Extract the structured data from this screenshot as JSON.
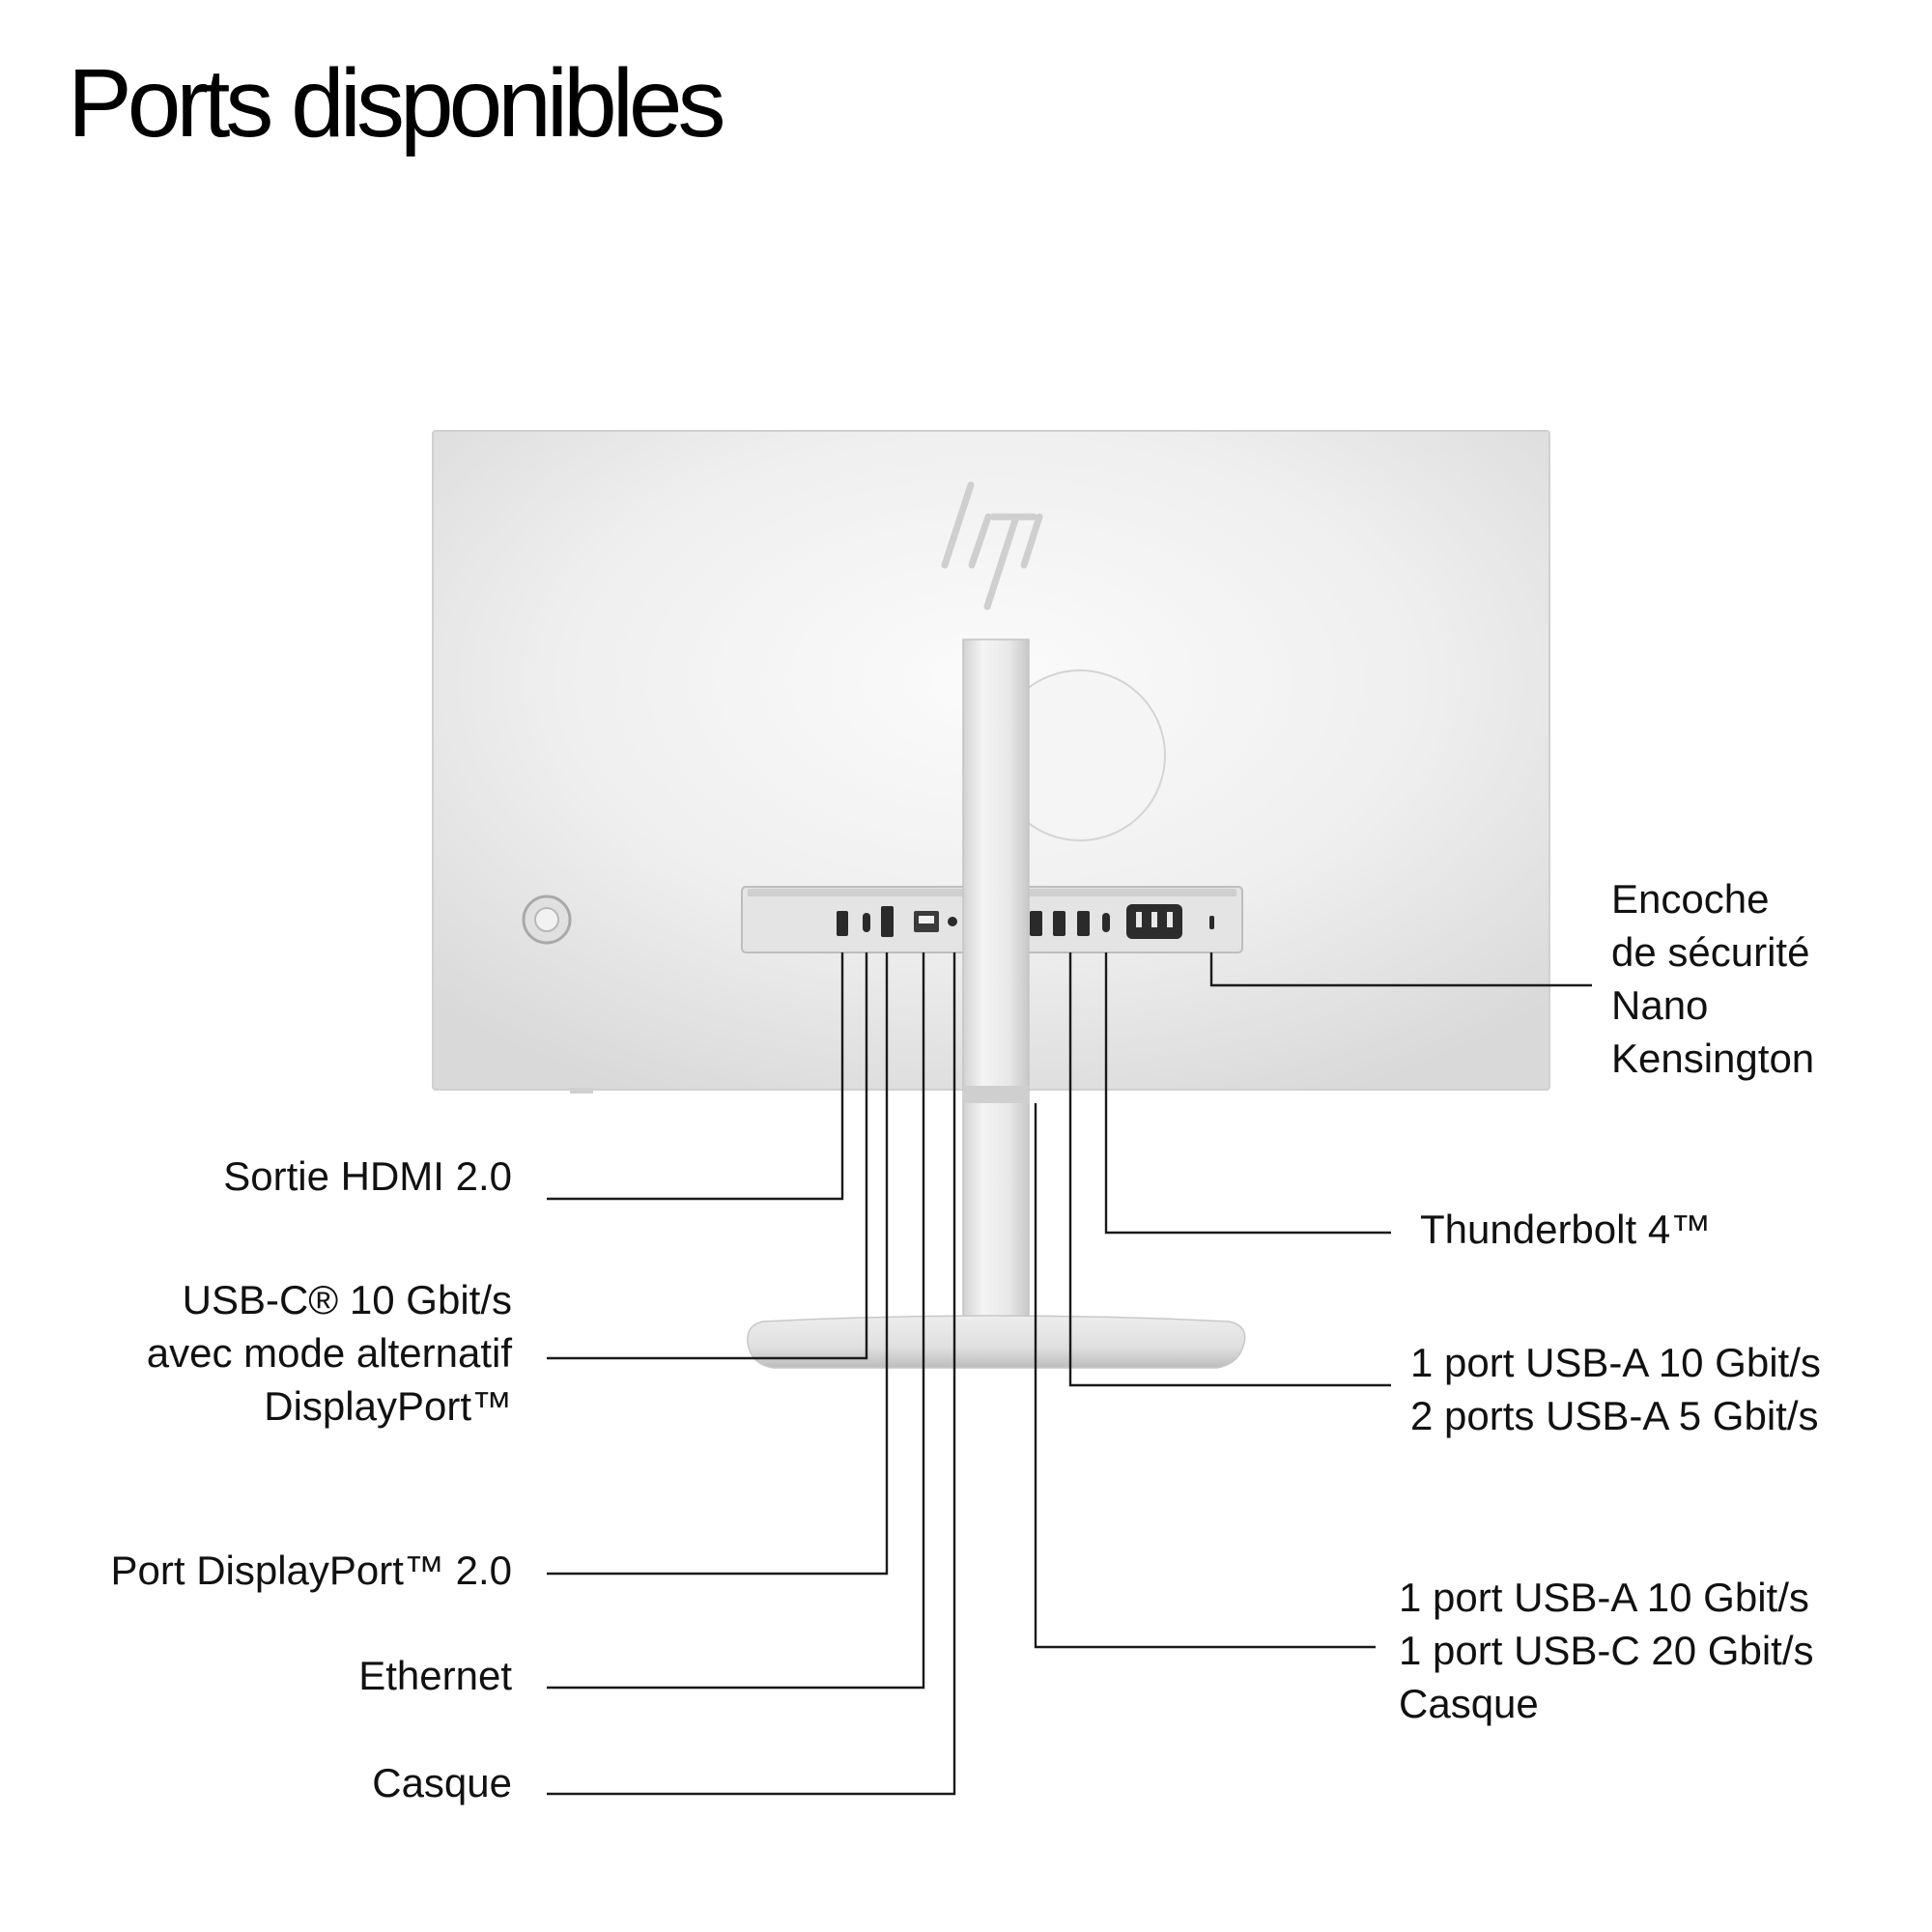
{
  "page": {
    "title": "Ports disponibles"
  },
  "callouts": {
    "hdmi": {
      "lines": [
        "Sortie HDMI 2.0"
      ]
    },
    "usbc_dp": {
      "lines": [
        "USB-C® 10 Gbit/s",
        "avec mode alternatif",
        "DisplayPort™"
      ]
    },
    "displayport": {
      "lines": [
        "Port DisplayPort™ 2.0"
      ]
    },
    "ethernet": {
      "lines": [
        "Ethernet"
      ]
    },
    "headphone": {
      "lines": [
        "Casque"
      ]
    },
    "kensington": {
      "lines": [
        "Encoche",
        "de sécurité",
        "Nano",
        "Kensington"
      ]
    },
    "thunderbolt": {
      "lines": [
        "Thunderbolt 4™"
      ]
    },
    "usba_group": {
      "lines": [
        "1 port USB-A 10 Gbit/s",
        "2 ports USB-A 5 Gbit/s"
      ]
    },
    "side_group": {
      "lines": [
        "1 port USB-A 10 Gbit/s",
        "1 port USB-C 20 Gbit/s",
        "Casque"
      ]
    }
  },
  "colors": {
    "leader_line": "#1a1a1a",
    "monitor_body": "#ececec",
    "monitor_edge": "#d6d6d6",
    "port_panel": "#e2e2e2",
    "port_dark": "#2a2a2a"
  }
}
